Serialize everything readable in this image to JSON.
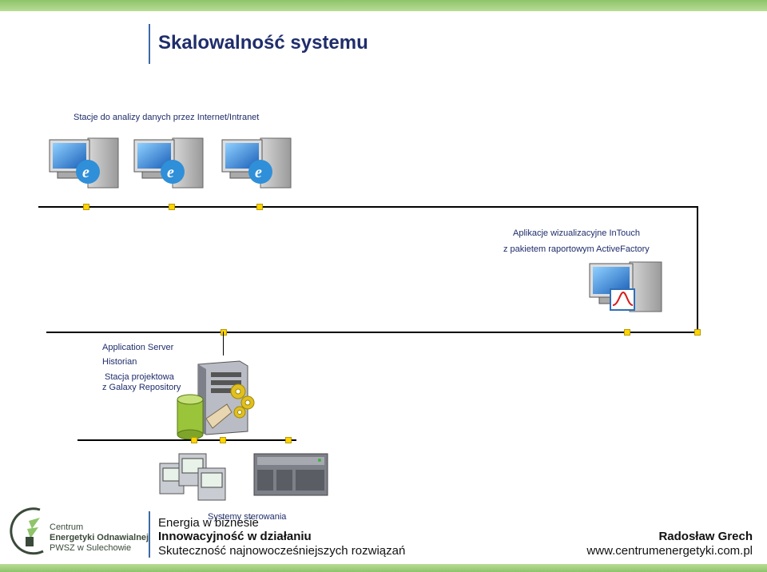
{
  "header": {
    "title": "Skalowalność systemu"
  },
  "diagram": {
    "stations_label": "Stacje do analizy danych przez Internet/Intranet",
    "intouch_label_line1": "Aplikacje wizualizacyjne InTouch",
    "intouch_label_line2": "z pakietem raportowym ActiveFactory",
    "server_label_line1": "Application Server",
    "server_label_line2": "Historian",
    "server_label_line3": "Stacja projektowa",
    "server_label_line4": "z Galaxy Repository",
    "control_label": "Systemy sterowania"
  },
  "footer": {
    "logo_line1": "Centrum",
    "logo_line2": "Energetyki Odnawialnej",
    "logo_line3": "PWSZ w Sulechowie",
    "tagline_line1": "Energia w biznesie",
    "tagline_line2": "Innowacyjność w działaniu",
    "tagline_line3": "Skuteczność najnowocześniejszych rozwiązań",
    "author": "Radosław Grech",
    "website": "www.centrumenergetyki.com.pl"
  },
  "colors": {
    "accent_green": "#8ec46a",
    "title_blue": "#1f2d6b",
    "node_yellow": "#ffd400"
  }
}
